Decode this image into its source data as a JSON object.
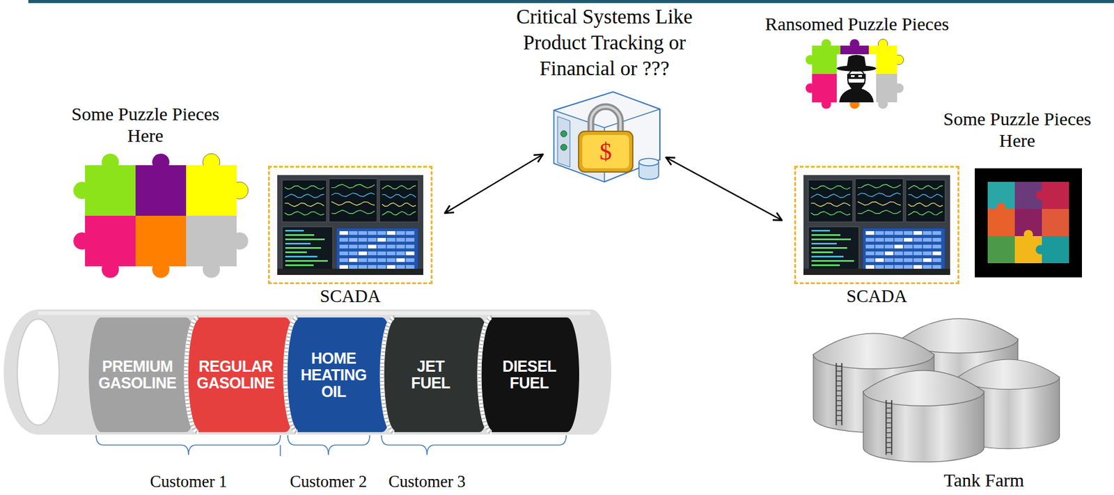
{
  "diagram": {
    "nodes": [
      {
        "text": [
          "Critical Systems Like Product Tracking or Financial or ???"
        ]
      },
      {
        "text": [
          "SCADA"
        ]
      },
      {
        "text": [
          "SCADA"
        ]
      },
      {
        "text": [
          "PREMIUM GASOLINE"
        ]
      },
      {
        "text": [
          "REGULAR GASOLINE"
        ]
      },
      {
        "text": [
          "HOME HEATING OIL"
        ]
      },
      {
        "text": [
          "JET FUEL"
        ]
      },
      {
        "text": [
          "DIESEL FUEL"
        ]
      }
    ],
    "edges": [
      {
        "from": 0,
        "to": 1,
        "arrow": "both"
      },
      {
        "from": 0,
        "to": 2,
        "arrow": "both"
      }
    ],
    "labels": [
      "Ransomed Puzzle Pieces",
      "Some Puzzle Pieces Here",
      "Some Puzzle Pieces Here",
      "$",
      "Customer 1",
      "Customer 2",
      "Customer 3",
      "Tank Farm"
    ]
  }
}
